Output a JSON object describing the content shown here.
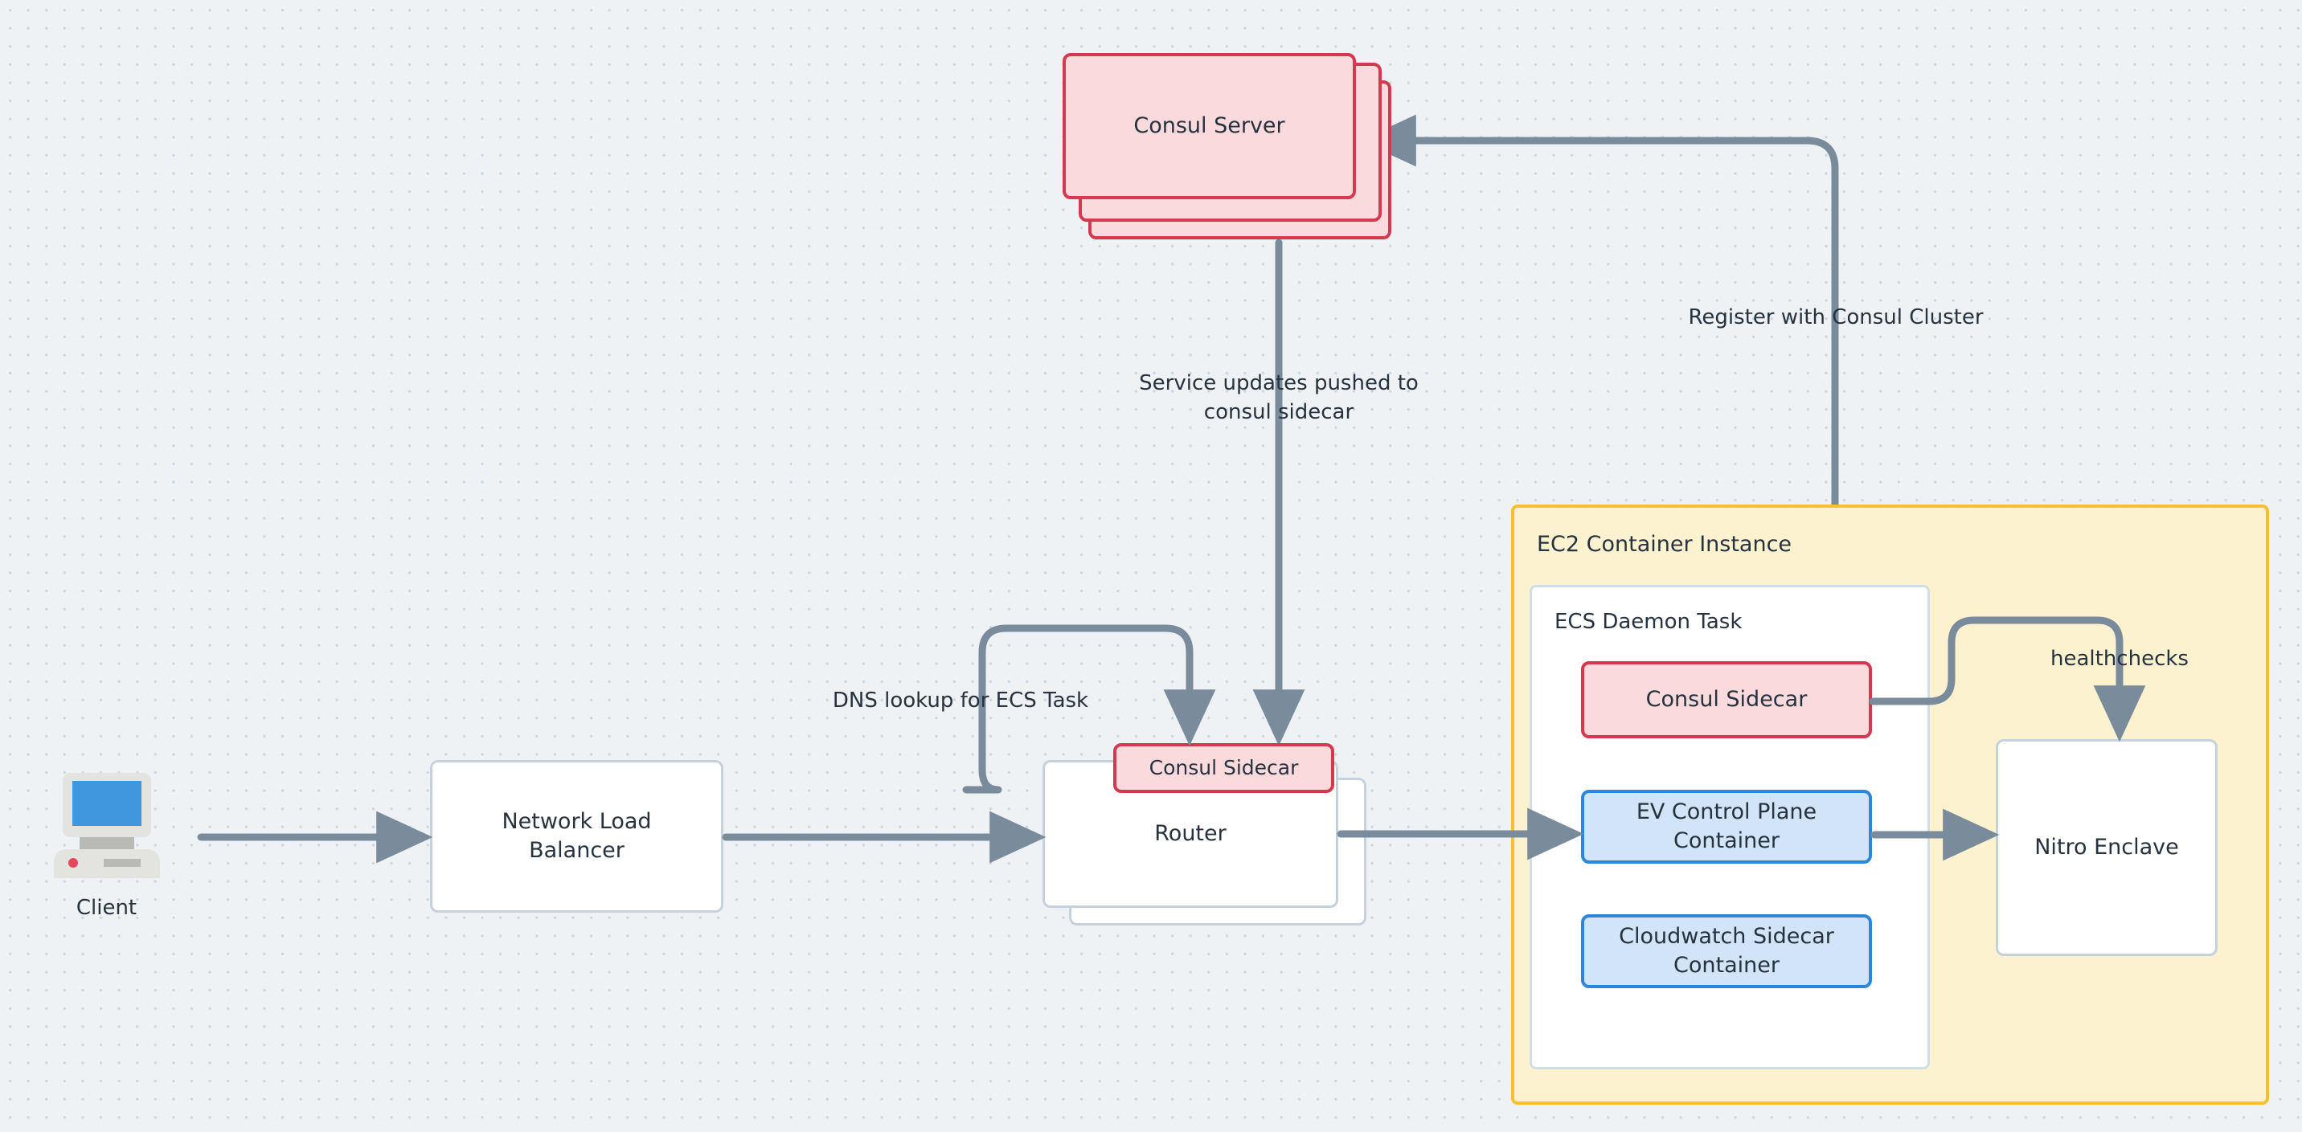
{
  "diagram": {
    "title": "ECS / Consul / Nitro Enclave architecture",
    "background_color": "#eef2f5",
    "dot_color": "#c9d6e2",
    "edge_color": "#7a8b9c",
    "text_color": "#26323d"
  },
  "nodes": {
    "client": {
      "label": "Client",
      "icon": "desktop-computer-icon",
      "screen_color": "#3f97dd",
      "body_color": "#e3e3e0",
      "led_color": "#e8455a"
    },
    "consul_server": {
      "label": "Consul Server",
      "fill": "#fadadd",
      "stroke": "#d5394f",
      "stacked": true,
      "stack_count": 3
    },
    "network_load_balancer": {
      "label": "Network Load\nBalancer",
      "fill": "#ffffff",
      "stroke": "#c5d2dd"
    },
    "router": {
      "label": "Router",
      "fill": "#ffffff",
      "stroke": "#c5d2dd",
      "stacked": true,
      "stack_count": 2
    },
    "router_consul_sidecar": {
      "label": "Consul Sidecar",
      "fill": "#fadadd",
      "stroke": "#d5394f"
    },
    "ec2_container_instance": {
      "label": "EC2 Container Instance",
      "fill": "#fdf2cf",
      "stroke": "#f5c131"
    },
    "ecs_daemon_task": {
      "label": "ECS Daemon Task",
      "fill": "#ffffff",
      "stroke": "#d3dde5"
    },
    "task_consul_sidecar": {
      "label": "Consul Sidecar",
      "fill": "#fadadd",
      "stroke": "#d5394f"
    },
    "ev_control_plane": {
      "label": "EV Control Plane\nContainer",
      "fill": "#d2e4f7",
      "stroke": "#2e86d8"
    },
    "cloudwatch_sidecar": {
      "label": "Cloudwatch Sidecar\nContainer",
      "fill": "#d2e4f7",
      "stroke": "#2e86d8"
    },
    "nitro_enclave": {
      "label": "Nitro Enclave",
      "fill": "#ffffff",
      "stroke": "#c5d2dd"
    }
  },
  "edge_labels": {
    "register": "Register with Consul Cluster",
    "service_updates": "Service updates pushed to\nconsul sidecar",
    "dns_lookup": "DNS lookup for ECS Task",
    "healthchecks": "healthchecks"
  }
}
